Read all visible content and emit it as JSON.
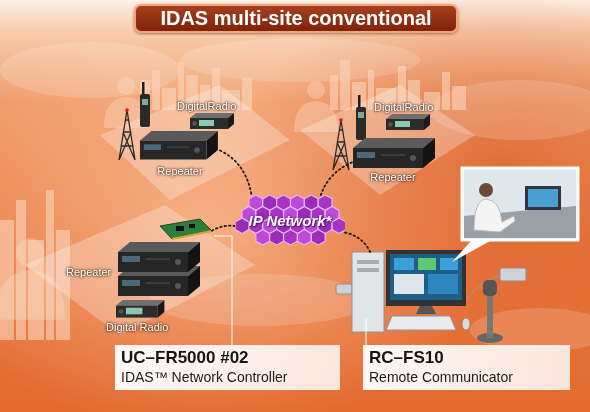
{
  "diagram": {
    "title": "IDAS multi-site conventional",
    "nodes": [
      {
        "text": [
          "DigitalRadio"
        ]
      },
      {
        "text": [
          "Repeater"
        ]
      },
      {
        "text": [
          "DigitalRadio"
        ]
      },
      {
        "text": [
          "Repeater"
        ]
      },
      {
        "text": [
          "IP Network*"
        ]
      },
      {
        "text": [
          "Repeater"
        ]
      },
      {
        "text": [
          "Digital Radio"
        ]
      },
      {
        "text": [
          "UC–FR5000 #02",
          "IDAS™ Network Controller"
        ]
      },
      {
        "text": [
          "RC–FS10",
          "Remote Communicator"
        ]
      }
    ],
    "edges": [
      {
        "from": 1,
        "to": 4,
        "arrow": "none"
      },
      {
        "from": 3,
        "to": 4,
        "arrow": "none"
      },
      {
        "from": 4,
        "to": 5,
        "arrow": "none"
      },
      {
        "from": 4,
        "to": 8,
        "arrow": "none"
      }
    ]
  }
}
